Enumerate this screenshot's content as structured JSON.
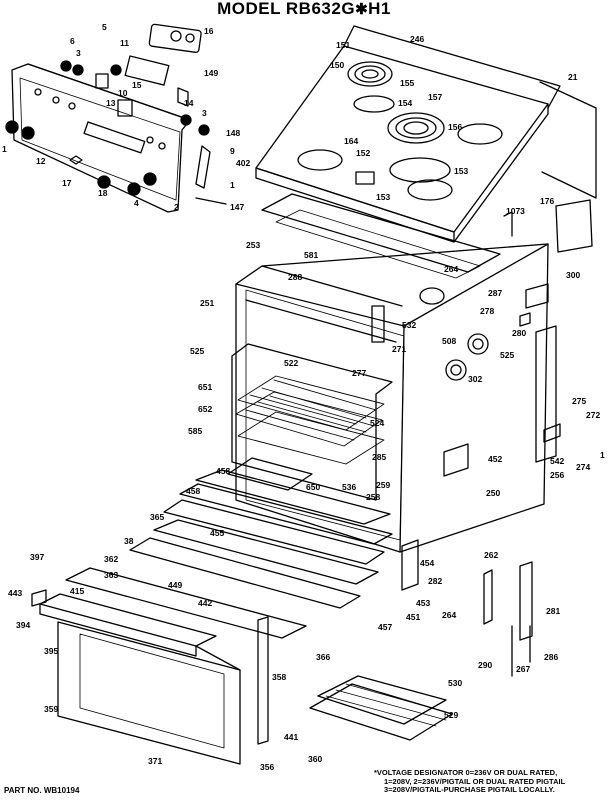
{
  "header": {
    "model_prefix": "MODEL RB632G",
    "model_star": "✱",
    "model_suffix": "H1"
  },
  "footer": {
    "part_no": "PART NO. WB10194",
    "note_line1": "*VOLTAGE DESIGNATOR 0=236V OR DUAL RATED,",
    "note_line2": "1=208V, 2=236V/PIGTAIL OR DUAL RATED PIGTAIL",
    "note_line3": "3=208V/PIGTAIL-PURCHASE PIGTAIL LOCALLY."
  },
  "labels": {
    "l5": "5",
    "l6": "6",
    "l11": "11",
    "l16": "16",
    "l3": "3",
    "l149": "149",
    "l15": "15",
    "l10": "10",
    "l14": "14",
    "l13": "13",
    "l3b": "3",
    "l148": "148",
    "l9": "9",
    "l402": "402",
    "l1": "1",
    "l12": "12",
    "l17": "17",
    "l18": "18",
    "l4": "4",
    "l2": "2",
    "l1b": "1",
    "l147": "147",
    "l151": "151",
    "l246": "246",
    "l150": "150",
    "l155": "155",
    "l157": "157",
    "l154": "154",
    "l21": "21",
    "l156": "156",
    "l164": "164",
    "l153": "153",
    "l152": "152",
    "l153b": "153",
    "l1073": "1073",
    "l176": "176",
    "l253": "253",
    "l264": "264",
    "l300": "300",
    "l581": "581",
    "l288": "288",
    "l287": "287",
    "l251": "251",
    "l532": "532",
    "l278": "278",
    "l280": "280",
    "l525": "525",
    "l522": "522",
    "l271": "271",
    "l508": "508",
    "l525b": "525",
    "l651": "651",
    "l277": "277",
    "l302": "302",
    "l275": "275",
    "l652": "652",
    "l524": "524",
    "l272": "272",
    "l585": "585",
    "l458": "458",
    "l285": "285",
    "l452": "452",
    "l274": "274",
    "l1c": "1",
    "l458b": "458",
    "l650": "650",
    "l536": "536",
    "l259": "259",
    "l542": "542",
    "l256": "256",
    "l365": "365",
    "l455": "455",
    "l258": "258",
    "l250": "250",
    "l38": "38",
    "l362": "362",
    "l397": "397",
    "l415": "415",
    "l363": "363",
    "l449": "449",
    "l442": "442",
    "l454": "454",
    "l262": "262",
    "l282": "282",
    "l443": "443",
    "l453": "453",
    "l394": "394",
    "l451": "451",
    "l457": "457",
    "l264b": "264",
    "l281": "281",
    "l395": "395",
    "l366": "366",
    "l290": "290",
    "l267": "267",
    "l286": "286",
    "l358": "358",
    "l530": "530",
    "l359": "359",
    "l529": "529",
    "l441": "441",
    "l371": "371",
    "l356": "356",
    "l360": "360"
  }
}
